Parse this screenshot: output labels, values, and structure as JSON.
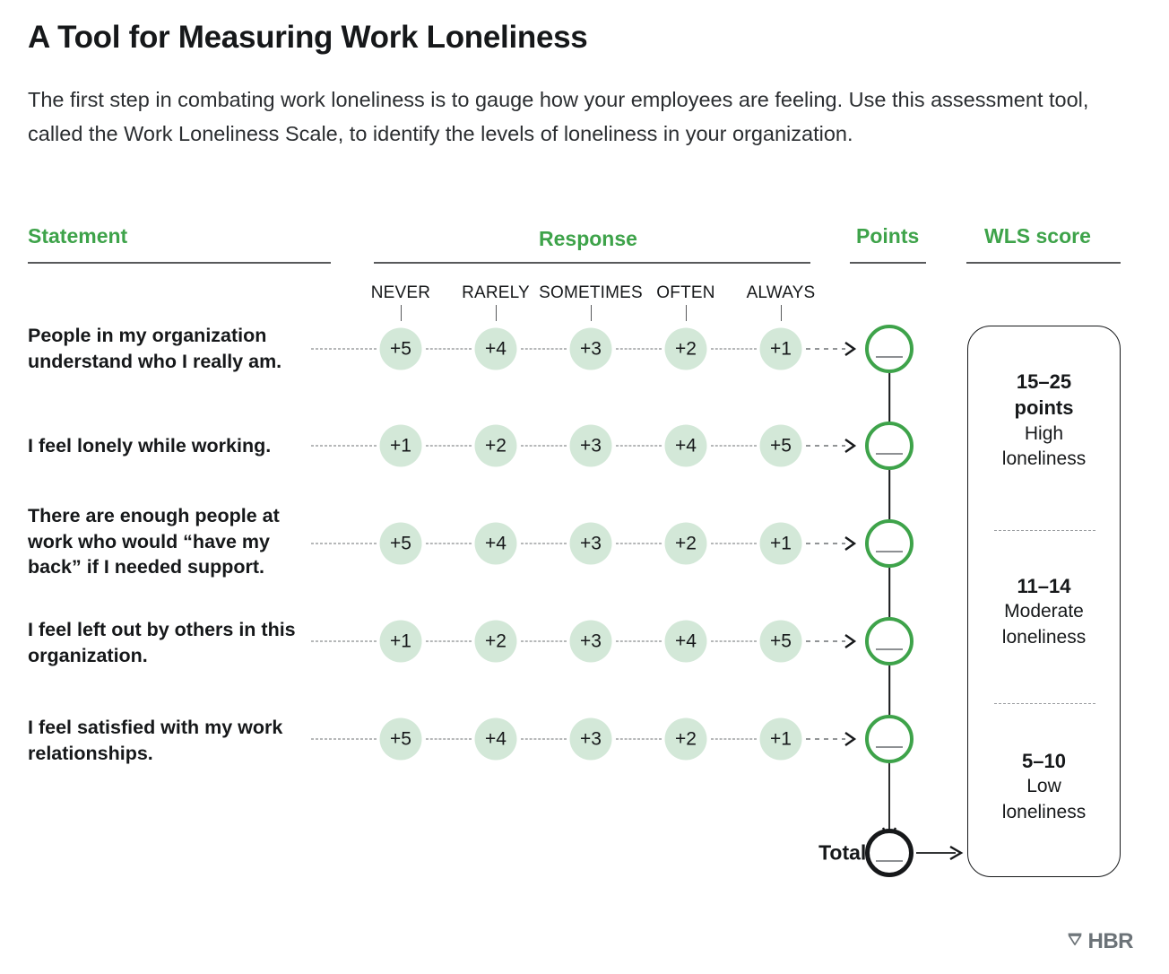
{
  "headline": "A Tool for Measuring Work Loneliness",
  "dek": "The first step in combating work loneliness is to gauge how your employees are feeling. Use this assessment tool, called the Work Loneliness Scale, to identify the levels of loneliness in your organization.",
  "columns": {
    "statement": "Statement",
    "response": "Response",
    "points": "Points",
    "wls": "WLS score"
  },
  "scale_labels": [
    "NEVER",
    "RARELY",
    "SOMETIMES",
    "OFTEN",
    "ALWAYS"
  ],
  "rows": [
    {
      "statement": "People in my organization understand who I really am.",
      "values": [
        "+5",
        "+4",
        "+3",
        "+2",
        "+1"
      ]
    },
    {
      "statement": "I feel lonely while working.",
      "values": [
        "+1",
        "+2",
        "+3",
        "+4",
        "+5"
      ]
    },
    {
      "statement": "There are enough people at work who would “have my back” if I needed support.",
      "values": [
        "+5",
        "+4",
        "+3",
        "+2",
        "+1"
      ]
    },
    {
      "statement": "I feel left out by others in this organization.",
      "values": [
        "+1",
        "+2",
        "+3",
        "+4",
        "+5"
      ]
    },
    {
      "statement": "I feel satisfied with my work relationships.",
      "values": [
        "+5",
        "+4",
        "+3",
        "+2",
        "+1"
      ]
    }
  ],
  "total_label": "Total:",
  "wls_bands": [
    {
      "range": "15–25",
      "range2": "points",
      "level": "High",
      "level2": "loneliness"
    },
    {
      "range": "11–14",
      "range2": "",
      "level": "Moderate",
      "level2": "loneliness"
    },
    {
      "range": "5–10",
      "range2": "",
      "level": "Low",
      "level2": "loneliness"
    }
  ],
  "logo": "HBR",
  "colors": {
    "accent_green": "#3ea34a",
    "pill_fill": "#d3e8d8",
    "ink": "#16181a",
    "logo_gray": "#6c7378"
  },
  "chart_data": {
    "type": "table",
    "title": "A Tool for Measuring Work Loneliness",
    "categories": [
      "NEVER",
      "RARELY",
      "SOMETIMES",
      "OFTEN",
      "ALWAYS"
    ],
    "series": [
      {
        "name": "People in my organization understand who I really am.",
        "values": [
          5,
          4,
          3,
          2,
          1
        ]
      },
      {
        "name": "I feel lonely while working.",
        "values": [
          1,
          2,
          3,
          4,
          5
        ]
      },
      {
        "name": "There are enough people at work who would “have my back” if I needed support.",
        "values": [
          5,
          4,
          3,
          2,
          1
        ]
      },
      {
        "name": "I feel left out by others in this organization.",
        "values": [
          1,
          2,
          3,
          4,
          5
        ]
      },
      {
        "name": "I feel satisfied with my work relationships.",
        "values": [
          5,
          4,
          3,
          2,
          1
        ]
      }
    ],
    "xlabel": "Response",
    "ylabel": "Points",
    "bands": [
      {
        "range": "15-25 points",
        "label": "High loneliness",
        "min": 15,
        "max": 25
      },
      {
        "range": "11-14",
        "label": "Moderate loneliness",
        "min": 11,
        "max": 14
      },
      {
        "range": "5-10",
        "label": "Low loneliness",
        "min": 5,
        "max": 10
      }
    ]
  }
}
